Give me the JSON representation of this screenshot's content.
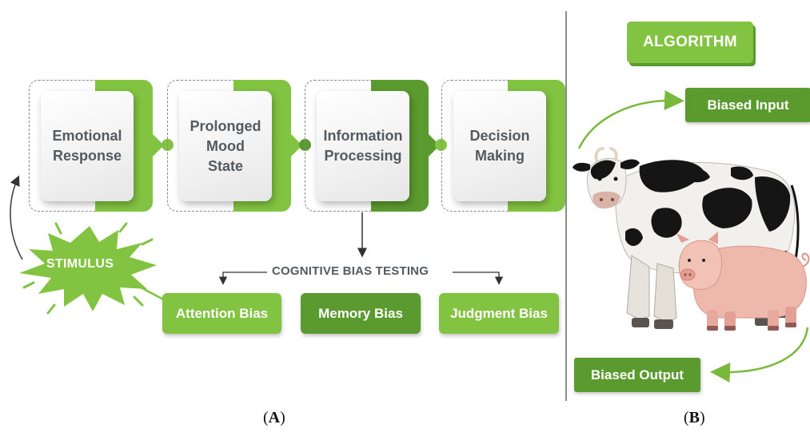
{
  "panel_a": {
    "stages": [
      {
        "lines": [
          "Emotional",
          "Response"
        ]
      },
      {
        "lines": [
          "Prolonged",
          "Mood",
          "State"
        ]
      },
      {
        "lines": [
          "Information",
          "Processing"
        ]
      },
      {
        "lines": [
          "Decision",
          "Making"
        ]
      }
    ],
    "stimulus": "STIMULUS",
    "bias_testing_title": "COGNITIVE BIAS TESTING",
    "biases": [
      "Attention Bias",
      "Memory Bias",
      "Judgment Bias"
    ],
    "label_open": "(",
    "label_letter": "A",
    "label_close": ")"
  },
  "panel_b": {
    "algorithm": "ALGORITHM",
    "biased_input": "Biased Input",
    "biased_output": "Biased Output",
    "label_open": "(",
    "label_letter": "B",
    "label_close": ")"
  },
  "colors": {
    "light_green": "#82c341",
    "dark_green": "#5b9a2e",
    "text_gray": "#555a5f"
  }
}
